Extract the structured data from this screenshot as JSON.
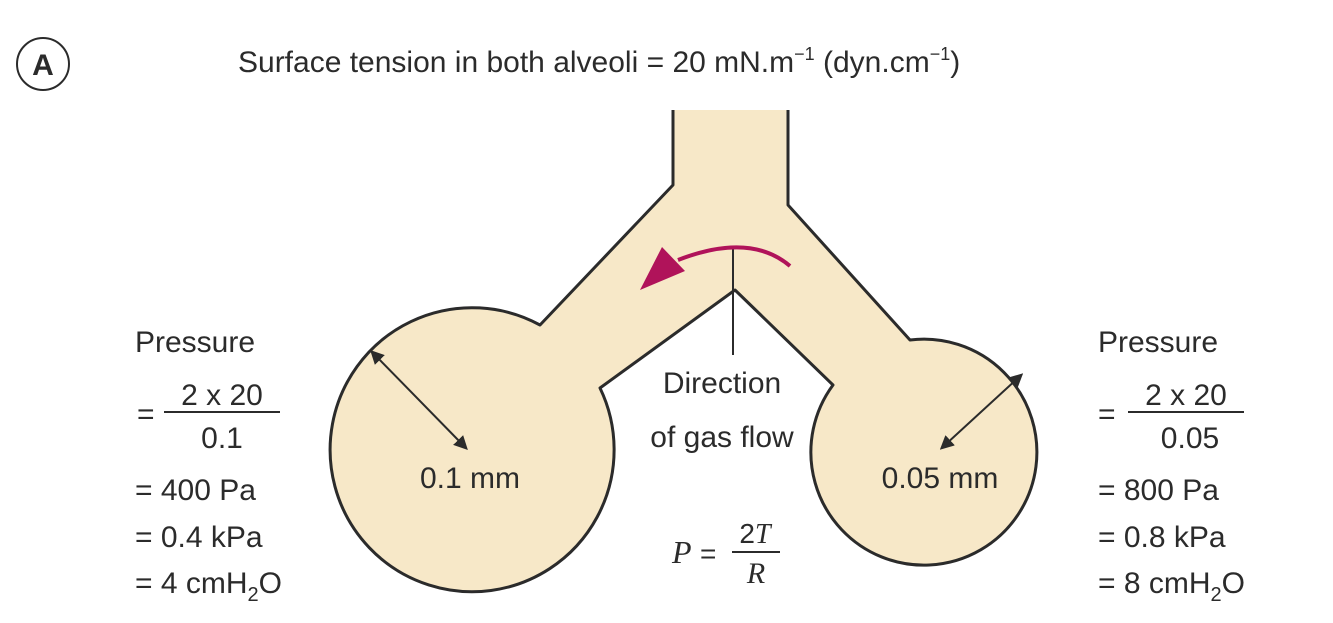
{
  "panel_letter": "A",
  "title": {
    "main": "Surface tension in both alveoli = 20 mN.m",
    "sup1": "−1",
    "mid": " (dyn.cm",
    "sup2": "−1",
    "end": ")"
  },
  "left": {
    "heading": "Pressure",
    "eq": "=",
    "numerator": "2 x 20",
    "denominator": "0.1",
    "line1": "= 400 Pa",
    "line2": "= 0.4 kPa",
    "line3_pre": "= 4 cmH",
    "line3_sub": "2",
    "line3_post": "O",
    "radius": "0.1 mm"
  },
  "right": {
    "heading": "Pressure",
    "eq": "=",
    "numerator": "2 x 20",
    "denominator": "0.05",
    "line1": "= 800 Pa",
    "line2": "= 0.8 kPa",
    "line3_pre": "= 8 cmH",
    "line3_sub": "2",
    "line3_post": "O",
    "radius": "0.05 mm"
  },
  "flow": {
    "line1": "Direction",
    "line2": "of gas flow"
  },
  "formula": {
    "lhs": "P",
    "eq": "=",
    "num_coef": "2",
    "num_var": "T",
    "den": "R"
  },
  "colors": {
    "alveolus_fill": "#f7e8c8",
    "outline": "#2b2b2b",
    "arrow": "#b0135a"
  }
}
